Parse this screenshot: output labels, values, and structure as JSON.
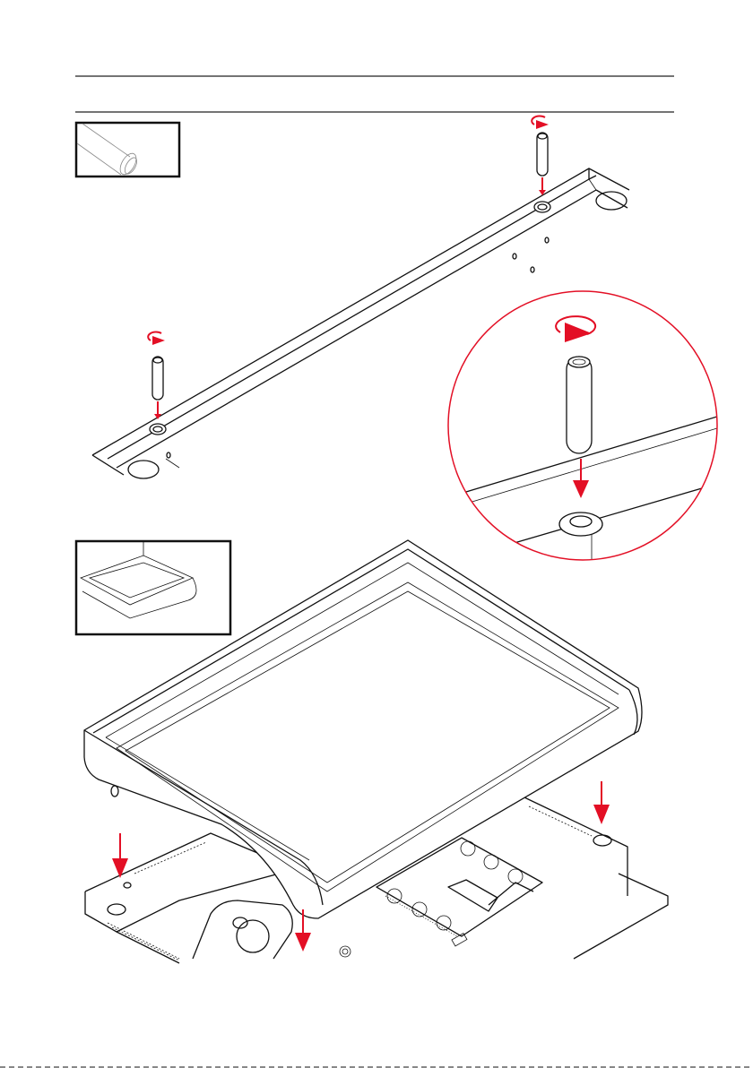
{
  "colors": {
    "accent_red": "#e30f25",
    "line": "#111111",
    "background": "#ffffff"
  },
  "icons": {
    "rotate": "rotate-clockwise-icon",
    "insert": "arrow-down-icon"
  },
  "steps": [
    {
      "part": "spacer-tube",
      "action": "insert-and-rotate",
      "count": 2
    },
    {
      "part": "griddle-plate",
      "action": "lower-onto-base",
      "count": 3
    }
  ]
}
